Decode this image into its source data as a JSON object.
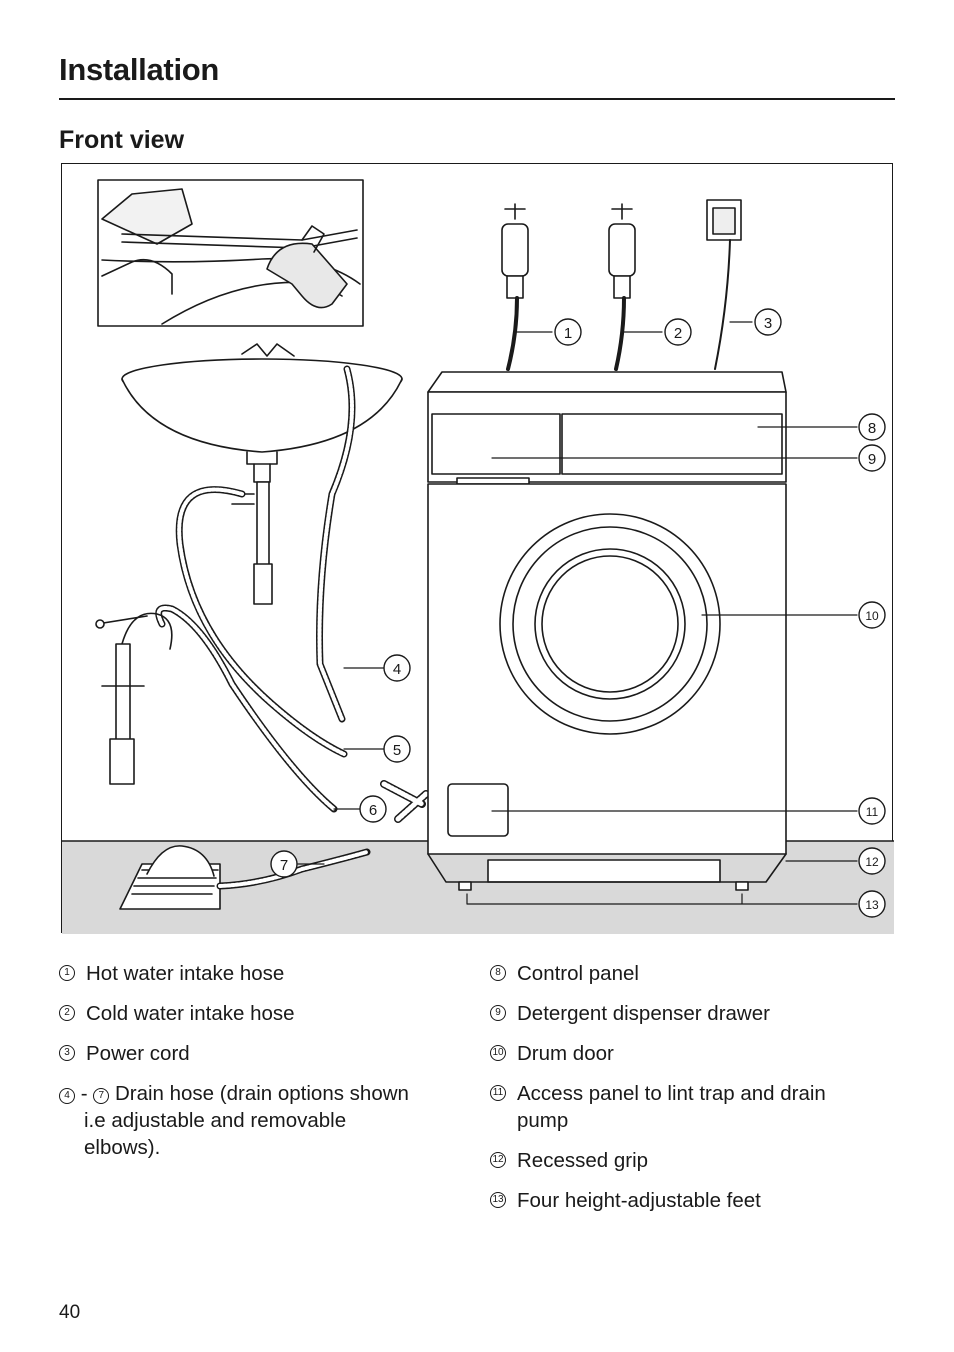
{
  "page": {
    "heading": "Installation",
    "subheading": "Front view",
    "page_number": "40"
  },
  "figure": {
    "callouts": [
      "1",
      "2",
      "3",
      "4",
      "5",
      "6",
      "7",
      "8",
      "9",
      "10",
      "11",
      "12",
      "13"
    ]
  },
  "legend": {
    "left": [
      {
        "num": "1",
        "text": "Hot water intake hose"
      },
      {
        "num": "2",
        "text": "Cold water intake hose"
      },
      {
        "num": "3",
        "text": "Power cord"
      }
    ],
    "range": {
      "from": "4",
      "to": "7",
      "text_line1": "Drain hose (drain options shown",
      "text_line2": "i.e adjustable and removable",
      "text_line3": "elbows)."
    },
    "right": [
      {
        "num": "8",
        "text": "Control panel"
      },
      {
        "num": "9",
        "text": "Detergent dispenser drawer"
      },
      {
        "num": "10",
        "text": "Drum door"
      },
      {
        "num": "11",
        "text": "Access panel to lint trap and drain",
        "text2": "pump"
      },
      {
        "num": "12",
        "text": "Recessed grip"
      },
      {
        "num": "13",
        "text": "Four height-adjustable feet"
      }
    ]
  }
}
